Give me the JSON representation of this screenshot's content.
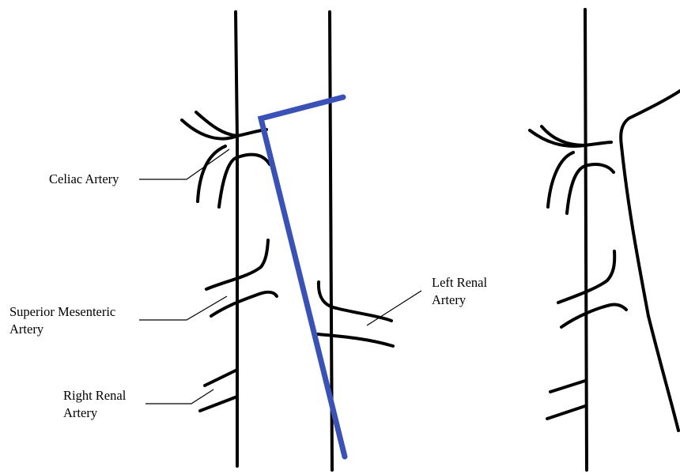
{
  "labels": {
    "celiac": "Celiac Artery",
    "sma_line1": "Superior Mesenteric",
    "sma_line2": "Artery",
    "left_renal_line1": "Left Renal",
    "left_renal_line2": "Artery",
    "right_renal_line1": "Right Renal",
    "right_renal_line2": "Artery"
  },
  "colors": {
    "graft": "#3A52B5",
    "vessel": "#000000",
    "background": "#ffffff"
  }
}
